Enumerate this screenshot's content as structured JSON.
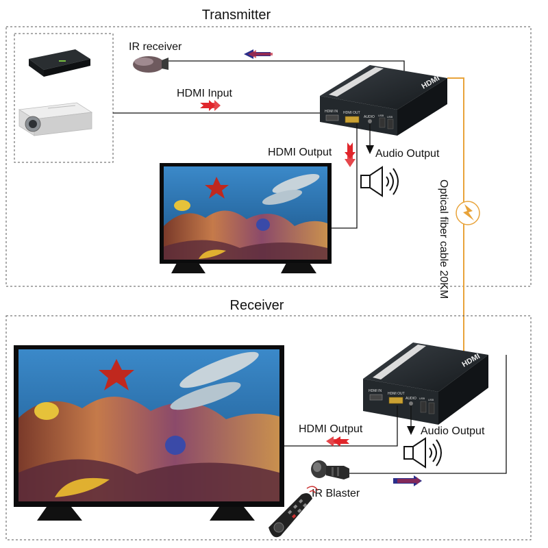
{
  "transmitter": {
    "title": "Transmitter",
    "ir_receiver_label": "IR receiver",
    "hdmi_input_label": "HDMI Input",
    "hdmi_output_label": "HDMI Output",
    "audio_output_label": "Audio Output",
    "device_port_labels": [
      "HDMI IN",
      "HDMI OUT",
      "AUDIO",
      "USB",
      "USB"
    ],
    "device_brand": "HDMI"
  },
  "receiver": {
    "title": "Receiver",
    "hdmi_output_label": "HDMI Output",
    "audio_output_label": "Audio Output",
    "ir_blaster_label": "IR Blaster",
    "device_port_labels": [
      "HDMI IN",
      "HDMI OUT",
      "AUDIO",
      "USB",
      "USB"
    ],
    "device_brand": "HDMI"
  },
  "fiber_label": "Optical fiber cable 20KM",
  "colors": {
    "border_dashed": "#555555",
    "fiber": "#e8a33a",
    "arrow_red": "#e0262b",
    "arrow_blue": "#2b2f8a",
    "device_body": "#1f2428",
    "screen_water": "#2a6ea8",
    "wire": "#111111"
  }
}
